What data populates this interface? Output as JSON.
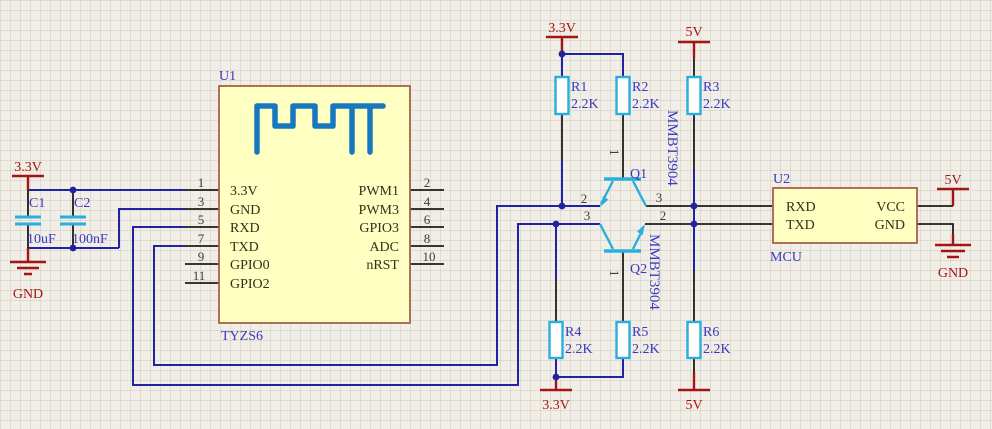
{
  "schematic": {
    "u1": {
      "ref": "U1",
      "part": "TYZS6",
      "left_pins": [
        {
          "num": "1",
          "name": "3.3V"
        },
        {
          "num": "3",
          "name": "GND"
        },
        {
          "num": "5",
          "name": "RXD"
        },
        {
          "num": "7",
          "name": "TXD"
        },
        {
          "num": "9",
          "name": "GPIO0"
        },
        {
          "num": "11",
          "name": "GPIO2"
        }
      ],
      "right_pins": [
        {
          "num": "2",
          "name": "PWM1"
        },
        {
          "num": "4",
          "name": "PWM3"
        },
        {
          "num": "6",
          "name": "GPIO3"
        },
        {
          "num": "8",
          "name": "ADC"
        },
        {
          "num": "10",
          "name": "nRST"
        }
      ]
    },
    "u2": {
      "ref": "U2",
      "part": "MCU",
      "left_pins": [
        {
          "name": "RXD"
        },
        {
          "name": "TXD"
        }
      ],
      "right_pins": [
        {
          "name": "VCC"
        },
        {
          "name": "GND"
        }
      ]
    },
    "capacitors": [
      {
        "ref": "C1",
        "value": "10uF"
      },
      {
        "ref": "C2",
        "value": "100nF"
      }
    ],
    "resistors": [
      {
        "ref": "R1",
        "value": "2.2K"
      },
      {
        "ref": "R2",
        "value": "2.2K"
      },
      {
        "ref": "R3",
        "value": "2.2K"
      },
      {
        "ref": "R4",
        "value": "2.2K"
      },
      {
        "ref": "R5",
        "value": "2.2K"
      },
      {
        "ref": "R6",
        "value": "2.2K"
      }
    ],
    "transistors": {
      "q1": {
        "ref": "Q1",
        "part": "MMBT3904",
        "pin_base": "1",
        "pin_left": "2",
        "pin_right": "3"
      },
      "q2": {
        "ref": "Q2",
        "part": "MMBT3904",
        "pin_base": "1",
        "pin_left": "3",
        "pin_right": "2"
      }
    },
    "power": {
      "v3": "3.3V",
      "v5": "5V",
      "gnd": "GND"
    },
    "colors": {
      "wire": "#2121a3",
      "lead": "#1c1c1c",
      "component_cyan": "#2aaede",
      "antenna_blue": "#1878be",
      "box_fill": "#ffffc2",
      "box_border": "#a8604a",
      "label_blue": "#3939c0",
      "power_red": "#a31515",
      "background": "#f1eee7"
    }
  }
}
